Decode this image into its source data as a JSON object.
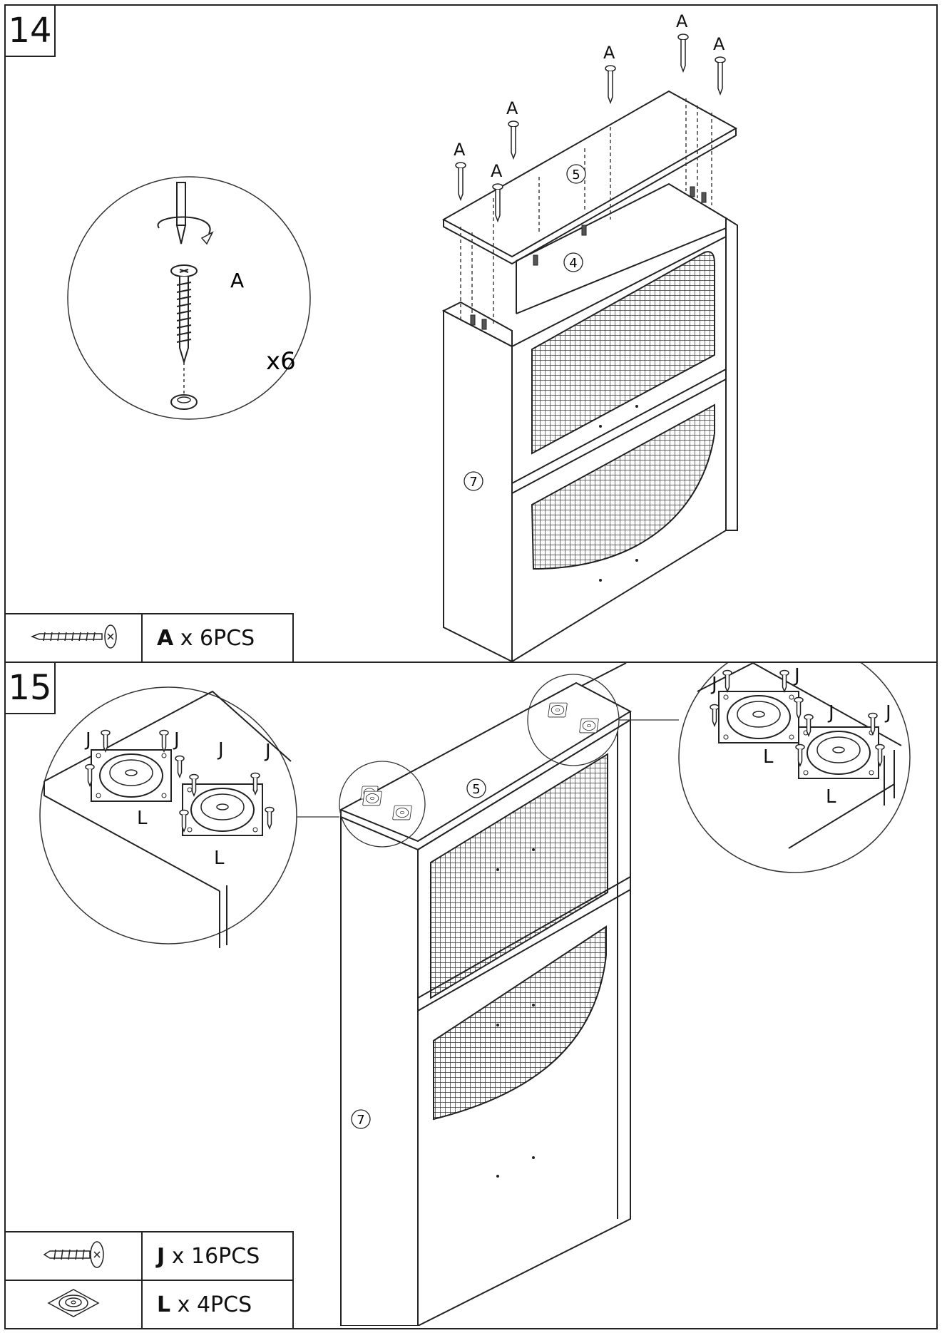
{
  "step14": {
    "number": "14",
    "detail_label": "A",
    "detail_qty": "x6",
    "screw_labels": [
      "A",
      "A",
      "A",
      "A",
      "A",
      "A"
    ],
    "part_labels": {
      "top": "5",
      "back": "4",
      "side": "7"
    },
    "parts_list": [
      {
        "letter": "A",
        "qty": " x 6PCS",
        "icon": "wood-screw-icon"
      }
    ]
  },
  "step15": {
    "number": "15",
    "part_labels": {
      "top": "5",
      "side": "7"
    },
    "left_detail": {
      "screw": "J",
      "plate": "L"
    },
    "right_detail": {
      "screw": "J",
      "plate": "L"
    },
    "parts_list": [
      {
        "letter": "J",
        "qty": " x 16PCS",
        "icon": "short-screw-icon"
      },
      {
        "letter": "L",
        "qty": " x 4PCS",
        "icon": "swivel-plate-icon"
      }
    ]
  }
}
